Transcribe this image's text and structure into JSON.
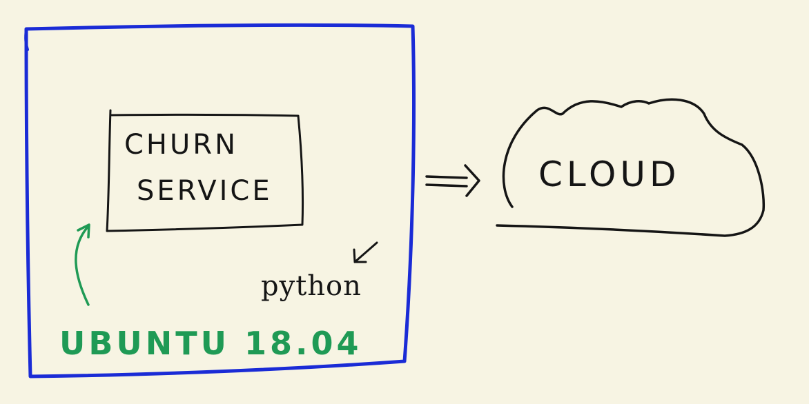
{
  "diagram": {
    "container": {
      "os_label": "UBUNTU 18.04"
    },
    "service": {
      "line1": "CHURN",
      "line2": "SERVICE"
    },
    "runtime": {
      "label": "python"
    },
    "target": {
      "label": "CLOUD"
    }
  },
  "colors": {
    "background": "#f7f4e3",
    "container_outline": "#1a2bd6",
    "ink": "#151515",
    "os_label": "#1f9a55"
  }
}
